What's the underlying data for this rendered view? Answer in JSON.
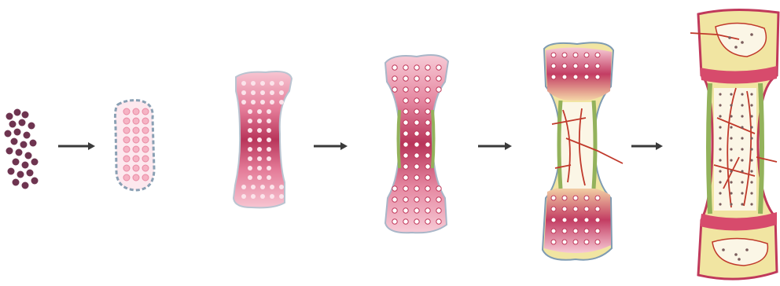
{
  "stages": [
    {
      "name": "mesenchymal-cell-cluster"
    },
    {
      "name": "cartilage-model"
    },
    {
      "name": "hypertrophic-cartilage-model"
    },
    {
      "name": "bone-collar-formation"
    },
    {
      "name": "primary-ossification-center"
    },
    {
      "name": "secondary-ossification-centers"
    }
  ],
  "colors": {
    "mesenchyme": "#6e3450",
    "cartilage": "#f7cbd6",
    "cartilage_light": "#fde8ee",
    "hypertrophic": "#b8355a",
    "bone": "#f1e5a2",
    "bone_collar": "#93b25b",
    "outline": "#8aa0b4",
    "vessel": "#c0392b",
    "arrow": "#3a3a3a"
  }
}
